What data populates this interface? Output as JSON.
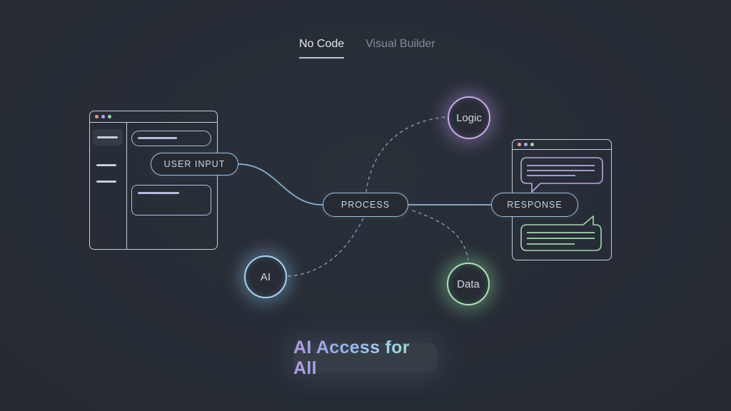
{
  "tabs": {
    "items": [
      {
        "label": "No Code",
        "active": true
      },
      {
        "label": "Visual Builder",
        "active": false
      }
    ]
  },
  "diagram": {
    "nodes": {
      "user_input": {
        "label": "USER INPUT"
      },
      "process": {
        "label": "PROCESS"
      },
      "response": {
        "label": "RESPONSE"
      },
      "logic": {
        "label": "Logic"
      },
      "ai": {
        "label": "AI"
      },
      "data": {
        "label": "Data"
      }
    }
  },
  "banner": {
    "text": "AI Access for All"
  },
  "colors": {
    "background": "#22262e",
    "window_stroke": "#c6cfd9",
    "node_stroke_blue": "#9cc4e8",
    "logic_purple": "#cbaae8",
    "ai_blue": "#a9d4f2",
    "data_green": "#abe3b4",
    "dashed_line": "#9aa3b0",
    "tab_active": "#e3e7ec",
    "tab_inactive": "#878e99",
    "traffic_red": "#e09a9a",
    "traffic_purple": "#b3a8e0",
    "traffic_green": "#99d6a3"
  }
}
